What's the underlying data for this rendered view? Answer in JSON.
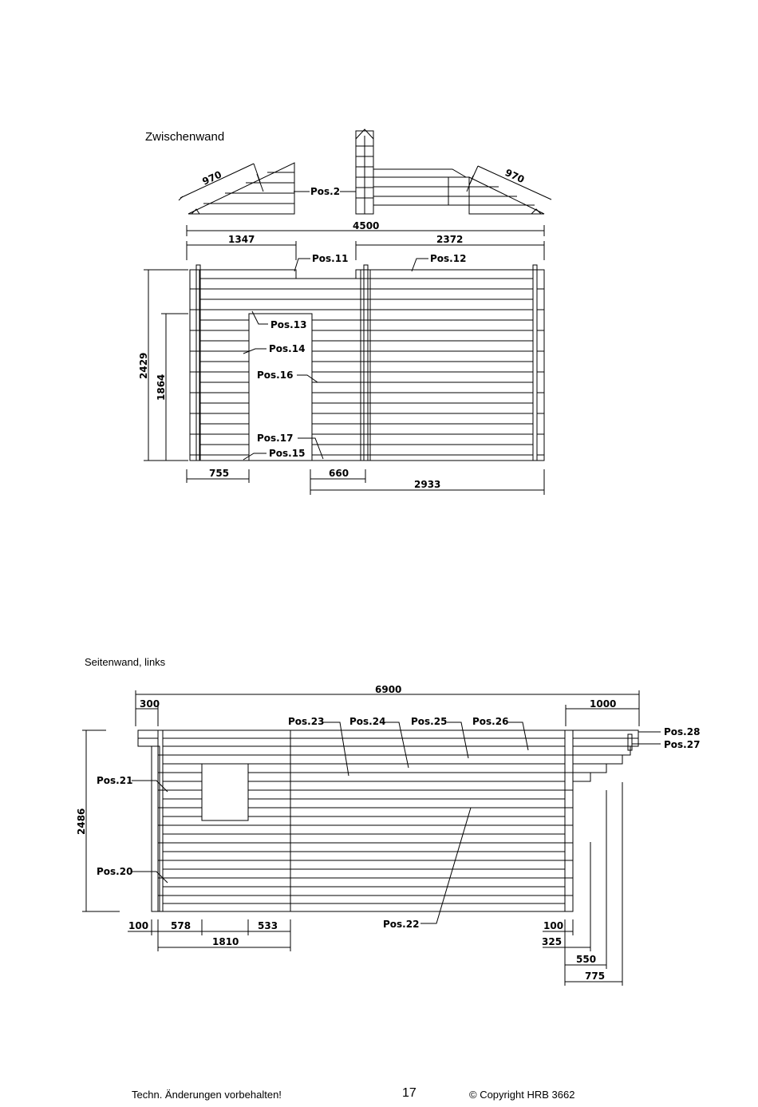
{
  "drawing1": {
    "title": "Zwischenwand",
    "dims": {
      "gable_left": "970",
      "gable_right": "970",
      "total_width": "4500",
      "left_width": "1347",
      "right_width": "2372",
      "height": "2429",
      "door_height": "1864",
      "bottom_left": "755",
      "bottom_mid": "660",
      "bottom_right": "2933"
    },
    "labels": {
      "pos2": "Pos.2",
      "pos11": "Pos.11",
      "pos12": "Pos.12",
      "pos13": "Pos.13",
      "pos14": "Pos.14",
      "pos16": "Pos.16",
      "pos17": "Pos.17",
      "pos15": "Pos.15"
    }
  },
  "drawing2": {
    "title": "Seitenwand, links",
    "dims": {
      "total_width": "6900",
      "left_overhang": "300",
      "right_overhang": "1000",
      "height": "2486",
      "b100a": "100",
      "b578": "578",
      "b533": "533",
      "b1810": "1810",
      "b100b": "100",
      "b325": "325",
      "b550": "550",
      "b775": "775"
    },
    "labels": {
      "pos23": "Pos.23",
      "pos24": "Pos.24",
      "pos25": "Pos.25",
      "pos26": "Pos.26",
      "pos28": "Pos.28",
      "pos27": "Pos.27",
      "pos21": "Pos.21",
      "pos20": "Pos.20",
      "pos22": "Pos.22"
    }
  },
  "footer": {
    "left": "Techn. Änderungen vorbehalten!",
    "page": "17",
    "right": "© Copyright HRB 3662"
  }
}
